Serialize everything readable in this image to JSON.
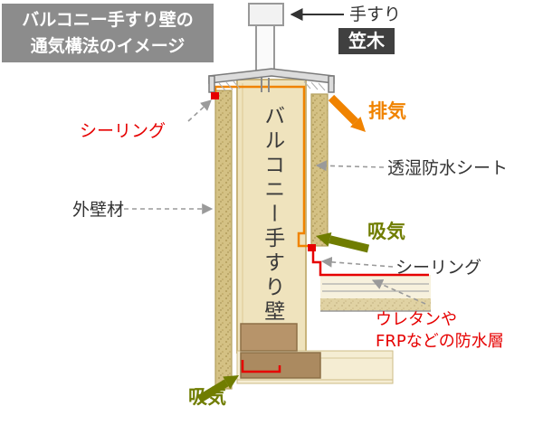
{
  "title": {
    "line1": "バルコニー手すり壁の",
    "line2": "通気構法のイメージ"
  },
  "labels": {
    "handrail": "手すり",
    "coping": "笠木",
    "exhaust": "排気",
    "sealing_left": "シーリング",
    "moisture_sheet": "透湿防水シート",
    "exterior_wall": "外壁材",
    "intake_right": "吸気",
    "sealing_right": "シーリング",
    "waterproof_line1": "ウレタンや",
    "waterproof_line2": "FRPなどの防水層",
    "intake_bottom": "吸気",
    "wall_vertical": "バルコニー手すり壁"
  },
  "colors": {
    "orange": "#f08300",
    "red": "#e60000",
    "olive": "#707d00",
    "title_bg": "#8c8c8c",
    "coping_bg": "#404040"
  }
}
